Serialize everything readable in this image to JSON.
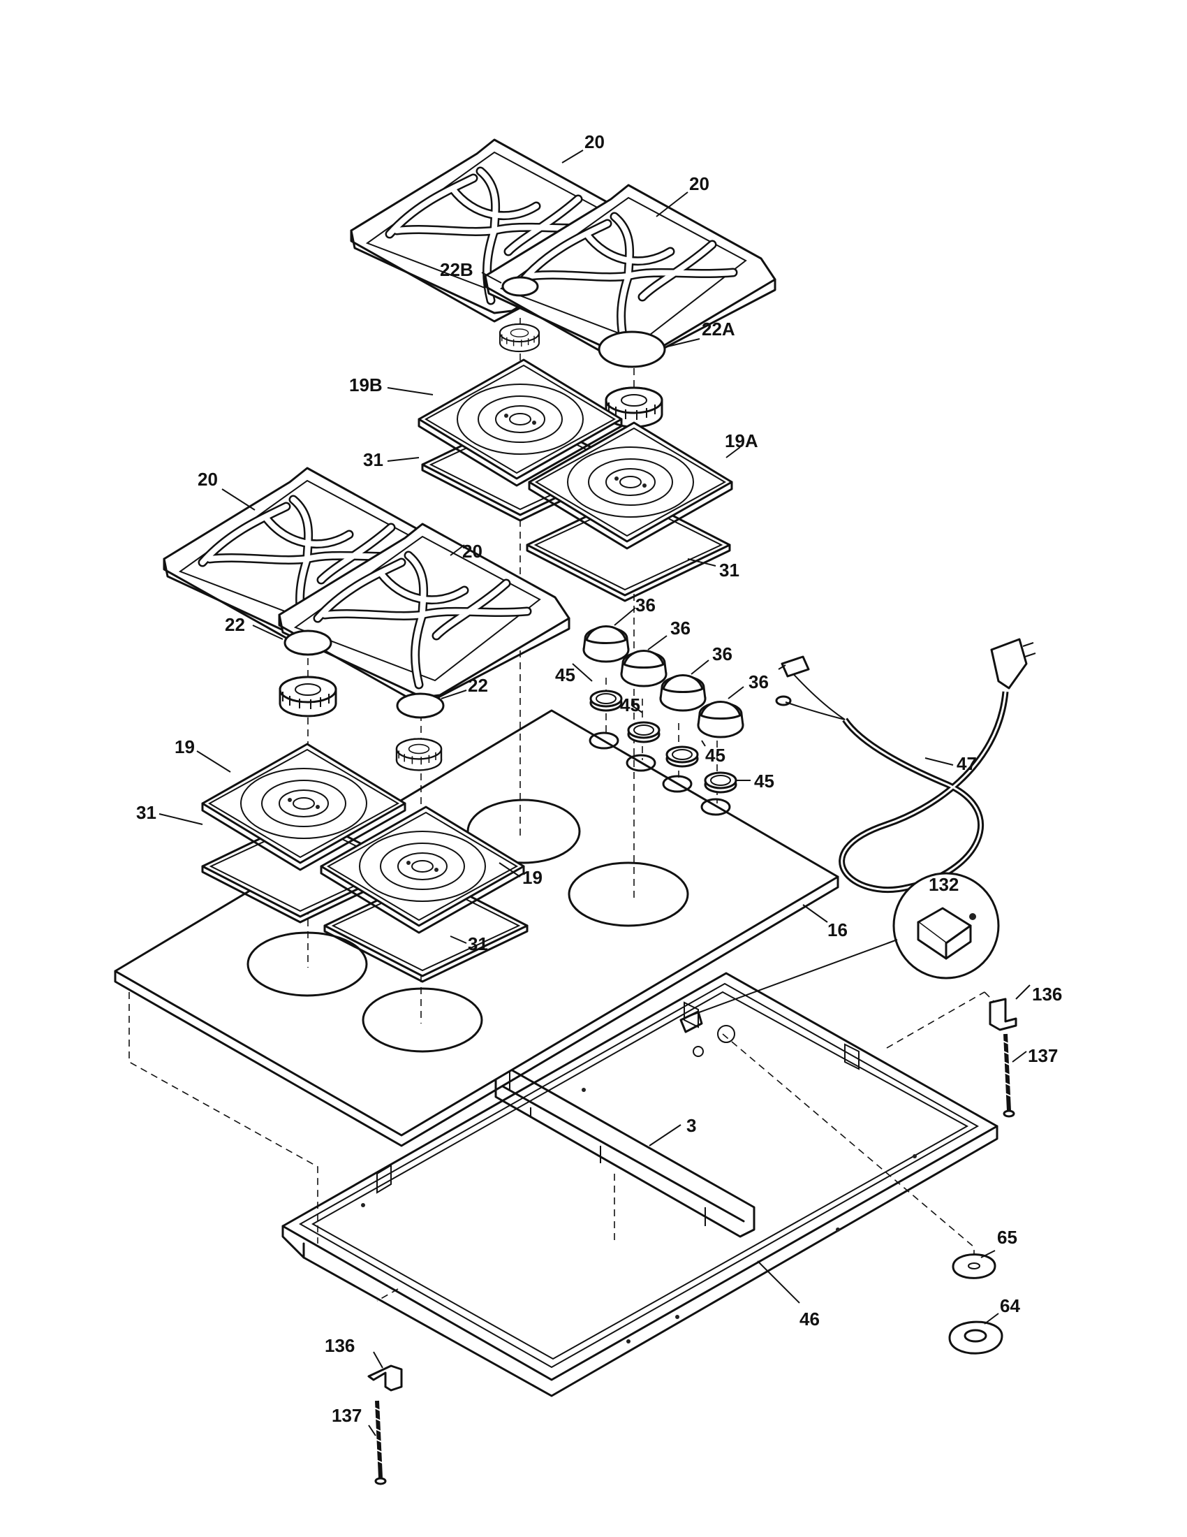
{
  "figure": {
    "part_labels": [
      "20",
      "20",
      "22B",
      "22A",
      "19B",
      "31",
      "19A",
      "20",
      "20",
      "31",
      "22",
      "36",
      "36",
      "36",
      "36",
      "45",
      "45",
      "45",
      "45",
      "22",
      "47",
      "19",
      "31",
      "19",
      "31",
      "16",
      "132",
      "136",
      "137",
      "3",
      "65",
      "64",
      "46",
      "136",
      "137"
    ]
  }
}
